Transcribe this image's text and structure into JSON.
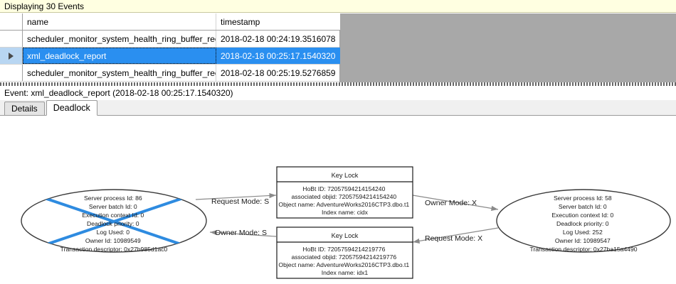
{
  "banner": {
    "text": "Displaying 30 Events"
  },
  "grid": {
    "columns": [
      "",
      "name",
      "timestamp"
    ],
    "rows": [
      {
        "pointer": false,
        "selected": false,
        "name": "scheduler_monitor_system_health_ring_buffer_recorded",
        "timestamp": "2018-02-18 00:24:19.3516078"
      },
      {
        "pointer": true,
        "selected": true,
        "name": "xml_deadlock_report",
        "timestamp": "2018-02-18 00:25:17.1540320"
      },
      {
        "pointer": false,
        "selected": false,
        "name": "scheduler_monitor_system_health_ring_buffer_recorded",
        "timestamp": "2018-02-18 00:25:19.5276859"
      }
    ]
  },
  "event_header": {
    "text": "Event: xml_deadlock_report (2018-02-18 00:25:17.1540320)"
  },
  "tabs": [
    {
      "label": "Details",
      "active": false
    },
    {
      "label": "Deadlock",
      "active": true
    }
  ],
  "deadlock_graph": {
    "colors": {
      "node_stroke": "#3a3a3a",
      "victim_cross": "#2E8BE0",
      "edge": "#8a8a8a",
      "box_stroke": "#1a1a1a",
      "text": "#1a1a1a"
    },
    "processes": [
      {
        "id": "process-left",
        "victim": true,
        "lines": [
          "Server process Id: 86",
          "Server batch Id: 0",
          "Execution context Id: 0",
          "Deadlock priority: 0",
          "Log Used: 0",
          "Owner Id: 10989549",
          "Transaction descriptor: 0x27b985d1ac0"
        ]
      },
      {
        "id": "process-right",
        "victim": false,
        "lines": [
          "Server process Id: 58",
          "Server batch Id: 0",
          "Execution context Id: 0",
          "Deadlock priority: 0",
          "Log Used: 252",
          "Owner Id: 10989547",
          "Transaction descriptor: 0x27ba15a4490"
        ]
      }
    ],
    "resources": [
      {
        "id": "keylock-top",
        "title": "Key Lock",
        "lines": [
          "HoBt ID: 72057594214154240",
          "associated objid: 72057594214154240",
          "Object name: AdventureWorks2016CTP3.dbo.t1",
          "Index name: cidx"
        ]
      },
      {
        "id": "keylock-bottom",
        "title": "Key Lock",
        "lines": [
          "HoBt ID: 72057594214219776",
          "associated objid: 72057594214219776",
          "Object name: AdventureWorks2016CTP3.dbo.t1",
          "Index name: idx1"
        ]
      }
    ],
    "edges": [
      {
        "id": "edge-left-request",
        "label": "Request Mode: S"
      },
      {
        "id": "edge-left-owner",
        "label": "Owner Mode: S"
      },
      {
        "id": "edge-right-owner",
        "label": "Owner Mode: X"
      },
      {
        "id": "edge-right-request",
        "label": "Request Mode: X"
      }
    ]
  }
}
